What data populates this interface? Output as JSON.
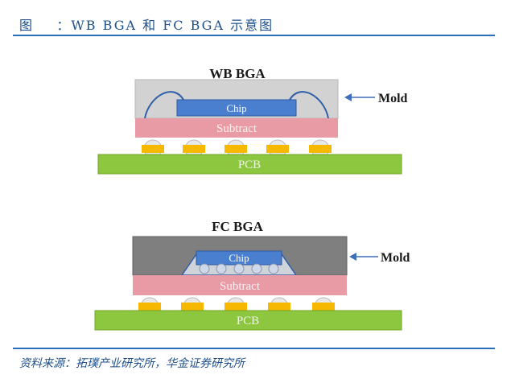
{
  "header": {
    "figure_title": "图    ：WB BGA 和 FC BGA 示意图"
  },
  "diagrams": {
    "wb": {
      "title": "WB BGA",
      "mold_label": "Mold",
      "chip_label": "Chip",
      "substrate_label": "Subtract",
      "pcb_label": "PCB"
    },
    "fc": {
      "title": "FC BGA",
      "mold_label": "Mold",
      "chip_label": "Chip",
      "substrate_label": "Subtract",
      "pcb_label": "PCB"
    }
  },
  "colors": {
    "accent": "#2a6db8",
    "title_text": "#1d4f8c",
    "mold_wb": "#d2d2d2",
    "mold_fc": "#7f7f7f",
    "chip": "#4a7fd0",
    "substrate": "#e89ba4",
    "pcb": "#8dc63f",
    "solder_ball": "#f6b800",
    "bump": "#cfd8e8",
    "arrow": "#3d6fb8",
    "wire": "#2f5fa8"
  },
  "footer": {
    "source": "资料来源：拓璞产业研究所，华金证券研究所"
  }
}
